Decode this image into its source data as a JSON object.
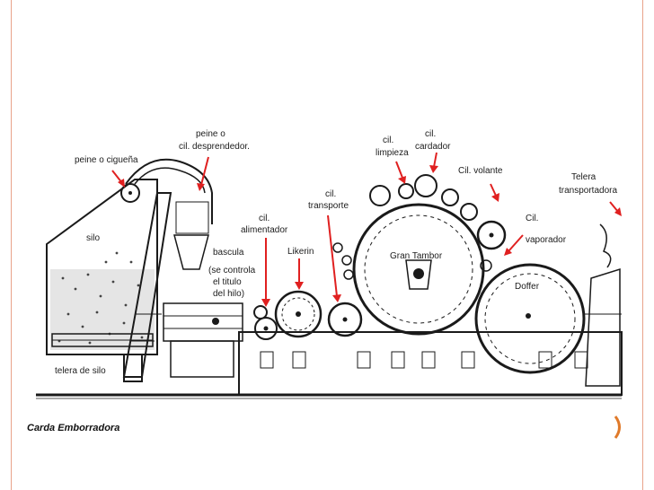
{
  "labels": {
    "peine_cigueña": "peine o cigueña",
    "peine_desprendedor_1": "peine o",
    "peine_desprendedor_2": "cil. desprendedor.",
    "silo": "silo",
    "bascula": "bascula",
    "titulo_1": "(se controla",
    "titulo_2": "el titulo",
    "titulo_3": "del hilo)",
    "cil_alimentador_1": "cil.",
    "cil_alimentador_2": "alimentador",
    "likerin": "Likerin",
    "cil_transporte_1": "cil.",
    "cil_transporte_2": "transporte",
    "cil_limpieza_1": "cil.",
    "cil_limpieza_2": "limpieza",
    "cil_cardador_1": "cil.",
    "cil_cardador_2": "cardador",
    "cil_volante": "Cil. volante",
    "gran_tambor": "Gran Tambor",
    "cil_vaporador_1": "Cil.",
    "cil_vaporador_2": "vaporador",
    "doffer": "Doffer",
    "telera_transportadora_1": "Telera",
    "telera_transportadora_2": "transportadora",
    "telera_silo": "telera de silo"
  },
  "caption": "Carda Emborradora",
  "colors": {
    "arrow": "#e02020",
    "border": "#e8a38a",
    "ornament": "#e07a2a"
  }
}
